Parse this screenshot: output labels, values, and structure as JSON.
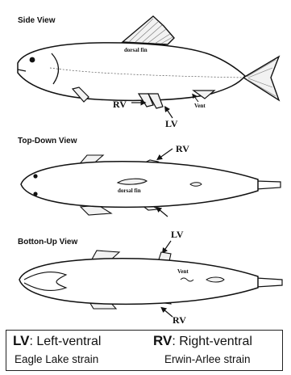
{
  "side_view": {
    "title": "Side View",
    "dorsal_fin_label": "dorsal fin",
    "rv_label": "RV",
    "lv_label": "LV",
    "vent_label": "Vent"
  },
  "top_down_view": {
    "title": "Top-Down View",
    "dorsal_fin_label": "dorsal fin",
    "rv_label": "RV"
  },
  "bottom_up_view": {
    "title": "Botton-Up View",
    "lv_label": "LV",
    "vent_label": "Vent",
    "rv_label": "RV"
  },
  "legend": {
    "lv_key": "LV",
    "lv_text": ": Left-ventral",
    "rv_key": "RV",
    "rv_text": ": Right-ventral",
    "lv_strain": "Eagle Lake strain",
    "rv_strain": "Erwin-Arlee strain"
  }
}
